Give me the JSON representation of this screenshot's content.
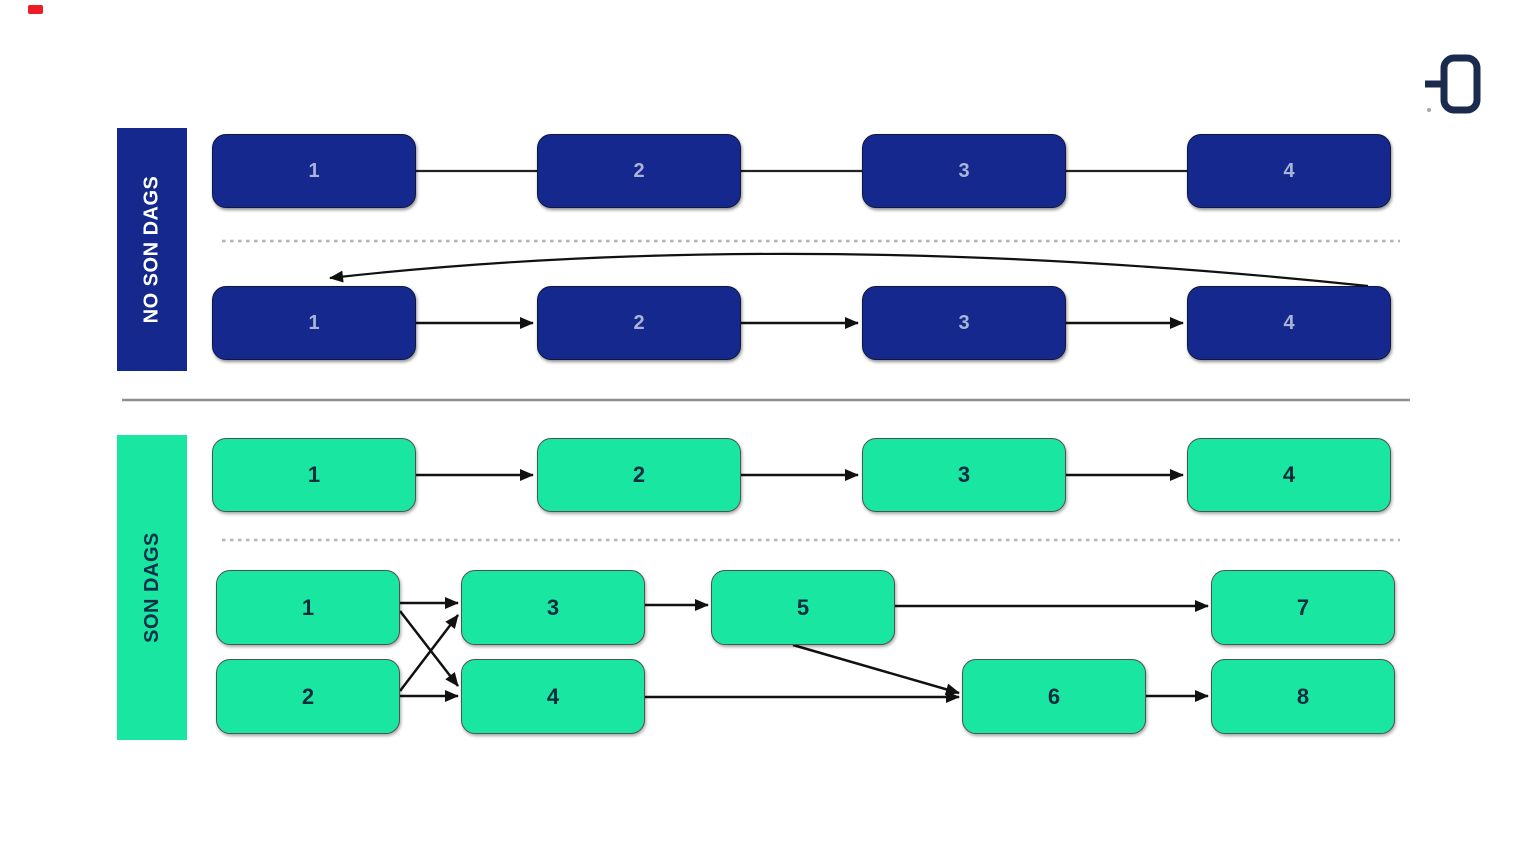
{
  "diagram": {
    "background": "#ffffff",
    "edge_color": "#111111",
    "divider_color": "#8f8f8f",
    "dashed_separator_color": "#b3b3b3",
    "logo": {
      "name": "d-brand-logo",
      "color": "#1b2b4d"
    },
    "red_marker_color": "#ee1c25",
    "sections": {
      "no_son_dags": {
        "label": "NO SON DAGS",
        "band_color": "#14288d",
        "label_color": "#ffffff",
        "node_color": "#14288d",
        "node_text_color": "#aab4d6",
        "rows": {
          "plain": {
            "nodes": [
              "1",
              "2",
              "3",
              "4"
            ],
            "edges": [
              "1-2",
              "2-3",
              "3-4"
            ],
            "edge_style": "undirected-line"
          },
          "cycle": {
            "nodes": [
              "1",
              "2",
              "3",
              "4"
            ],
            "edges": [
              "1→2",
              "2→3",
              "3→4",
              "4→1"
            ],
            "edge_style": "directed-arrow-with-cycle-arc"
          }
        }
      },
      "son_dags": {
        "label": "SON DAGS",
        "band_color": "#19e7a1",
        "label_color": "#07304a",
        "node_color": "#19e7a1",
        "node_text_color": "#062c3e",
        "rows": {
          "chain": {
            "nodes": [
              "1",
              "2",
              "3",
              "4"
            ],
            "edges": [
              "1→2",
              "2→3",
              "3→4"
            ],
            "edge_style": "directed-arrow"
          },
          "dag": {
            "nodes": [
              "1",
              "2",
              "3",
              "4",
              "5",
              "6",
              "7",
              "8"
            ],
            "edges": [
              "1→3",
              "1→4",
              "2→3",
              "2→4",
              "3→5",
              "4→6",
              "5→6",
              "5→7",
              "6→8"
            ],
            "edge_style": "directed-arrow"
          }
        }
      }
    }
  }
}
